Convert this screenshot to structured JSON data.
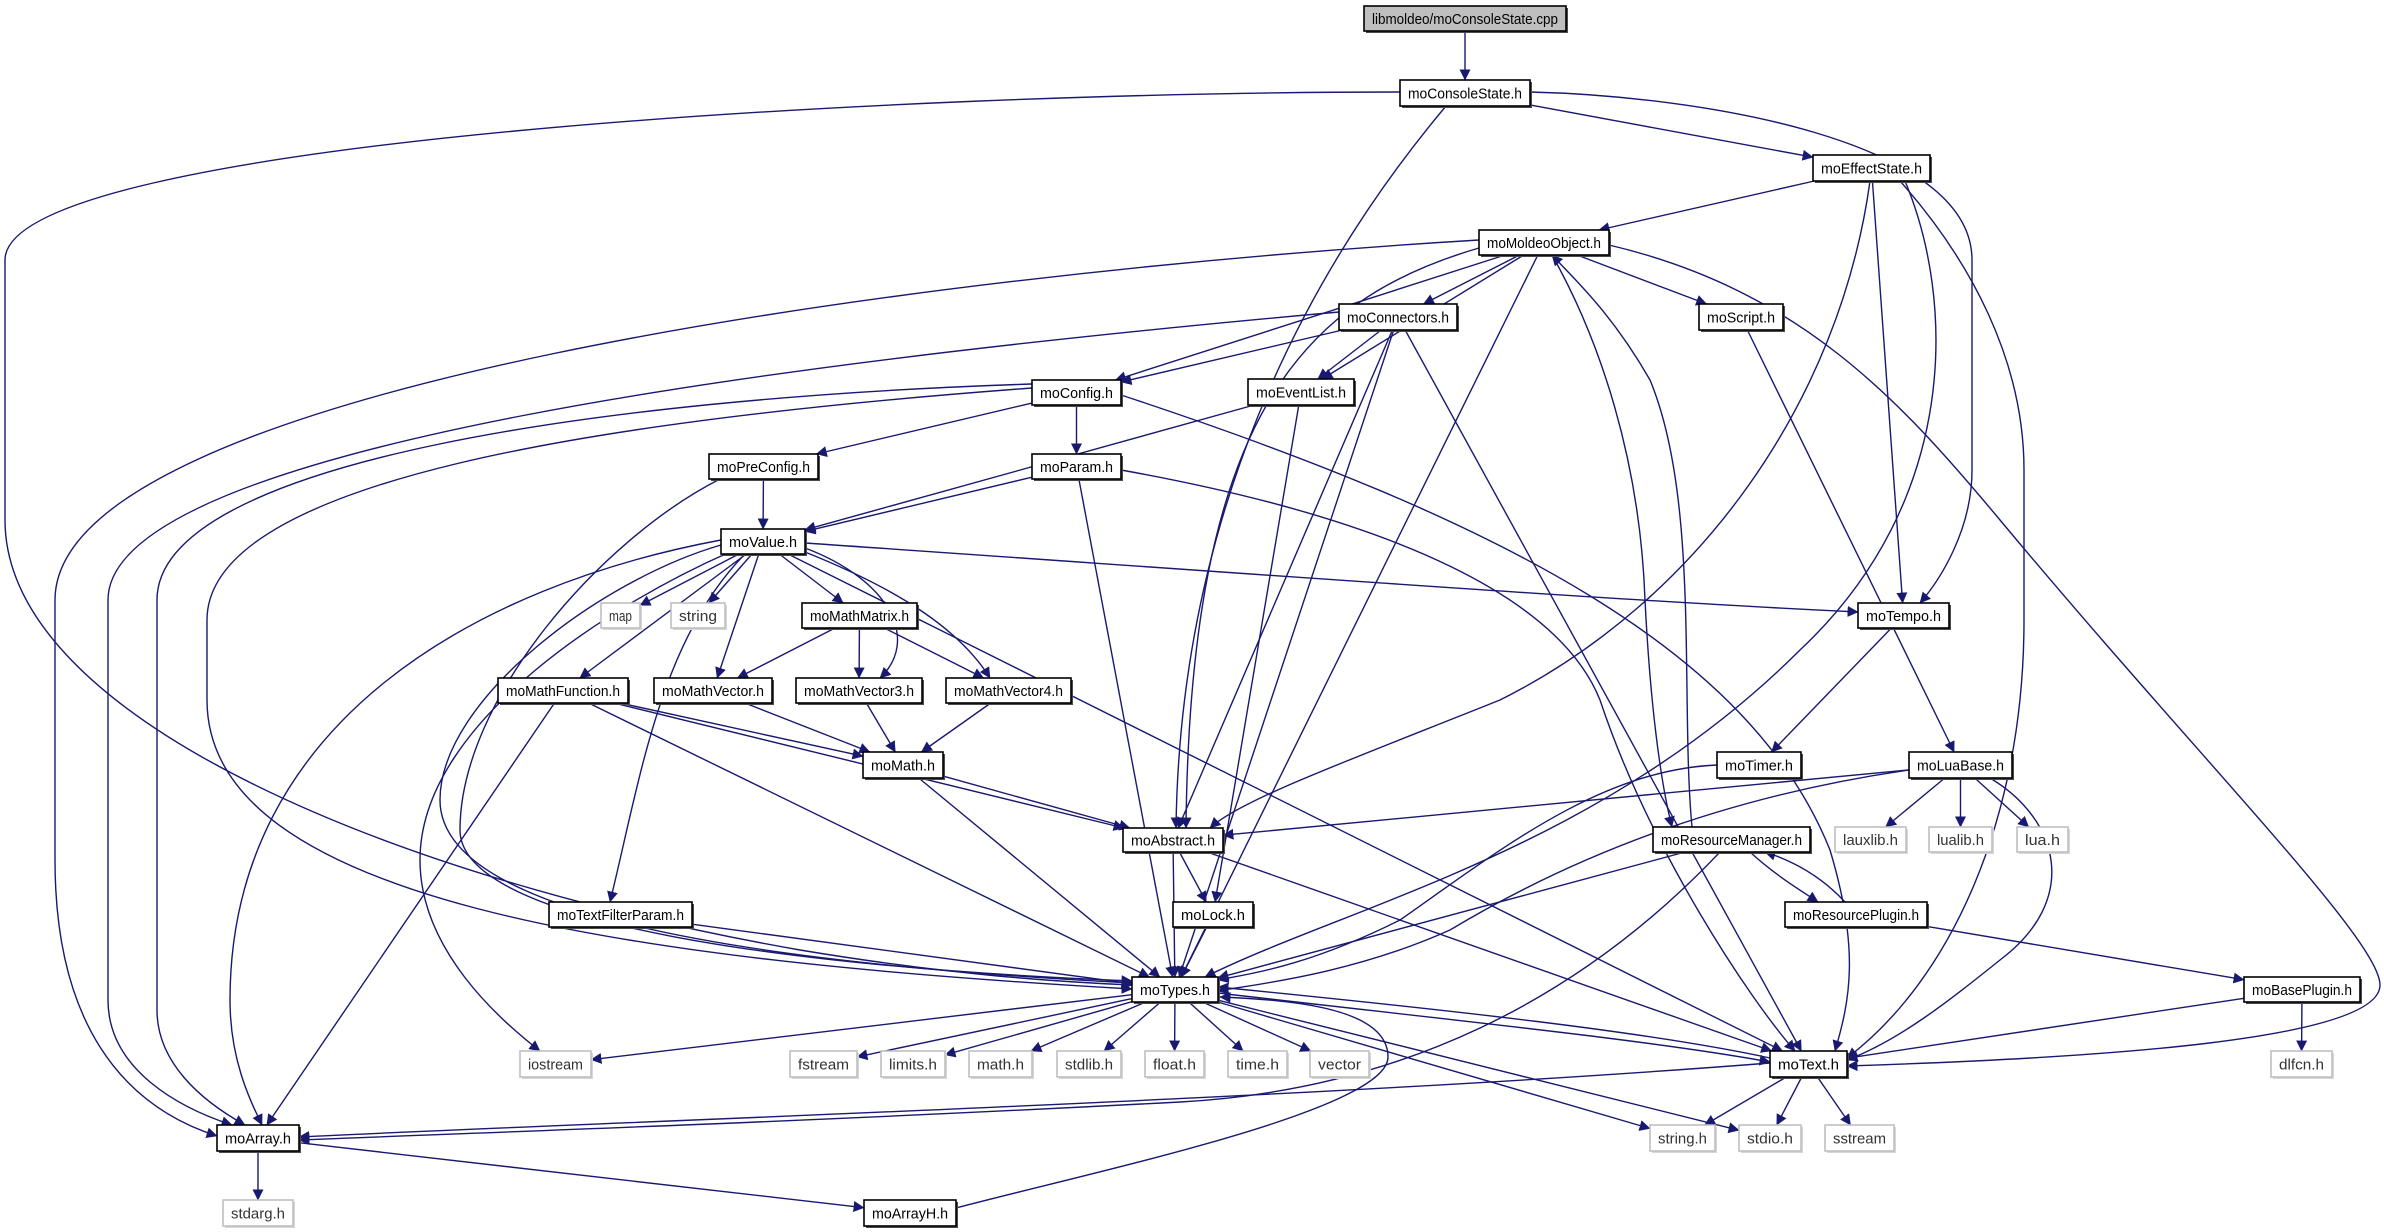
{
  "graph": {
    "colors": {
      "edge": "#191970",
      "external_border": "#bfbfbf",
      "root_fill": "#bfbfbf",
      "node_border": "#000000"
    },
    "nodes": [
      {
        "label": "libmoldeo/moConsoleState.cpp",
        "kind": "root"
      },
      {
        "label": "moConsoleState.h",
        "kind": "documented"
      },
      {
        "label": "moEffectState.h",
        "kind": "documented"
      },
      {
        "label": "moMoldeoObject.h",
        "kind": "documented"
      },
      {
        "label": "moConnectors.h",
        "kind": "documented"
      },
      {
        "label": "moScript.h",
        "kind": "documented"
      },
      {
        "label": "moConfig.h",
        "kind": "documented"
      },
      {
        "label": "moEventList.h",
        "kind": "documented"
      },
      {
        "label": "moPreConfig.h",
        "kind": "documented"
      },
      {
        "label": "moParam.h",
        "kind": "documented"
      },
      {
        "label": "moValue.h",
        "kind": "documented"
      },
      {
        "label": "map",
        "kind": "external"
      },
      {
        "label": "string",
        "kind": "external"
      },
      {
        "label": "moMathMatrix.h",
        "kind": "documented"
      },
      {
        "label": "moTempo.h",
        "kind": "documented"
      },
      {
        "label": "moMathFunction.h",
        "kind": "documented"
      },
      {
        "label": "moMathVector.h",
        "kind": "documented"
      },
      {
        "label": "moMathVector3.h",
        "kind": "documented"
      },
      {
        "label": "moMathVector4.h",
        "kind": "documented"
      },
      {
        "label": "moMath.h",
        "kind": "documented"
      },
      {
        "label": "moTimer.h",
        "kind": "documented"
      },
      {
        "label": "moLuaBase.h",
        "kind": "documented"
      },
      {
        "label": "moAbstract.h",
        "kind": "documented"
      },
      {
        "label": "moResourceManager.h",
        "kind": "documented"
      },
      {
        "label": "lauxlib.h",
        "kind": "external"
      },
      {
        "label": "lualib.h",
        "kind": "external"
      },
      {
        "label": "lua.h",
        "kind": "external"
      },
      {
        "label": "moTextFilterParam.h",
        "kind": "documented"
      },
      {
        "label": "moLock.h",
        "kind": "documented"
      },
      {
        "label": "moResourcePlugin.h",
        "kind": "documented"
      },
      {
        "label": "moTypes.h",
        "kind": "documented"
      },
      {
        "label": "moBasePlugin.h",
        "kind": "documented"
      },
      {
        "label": "iostream",
        "kind": "external"
      },
      {
        "label": "fstream",
        "kind": "external"
      },
      {
        "label": "limits.h",
        "kind": "external"
      },
      {
        "label": "math.h",
        "kind": "external"
      },
      {
        "label": "stdlib.h",
        "kind": "external"
      },
      {
        "label": "float.h",
        "kind": "external"
      },
      {
        "label": "time.h",
        "kind": "external"
      },
      {
        "label": "vector",
        "kind": "external"
      },
      {
        "label": "moText.h",
        "kind": "documented"
      },
      {
        "label": "dlfcn.h",
        "kind": "external"
      },
      {
        "label": "moArray.h",
        "kind": "documented"
      },
      {
        "label": "string.h",
        "kind": "external"
      },
      {
        "label": "stdio.h",
        "kind": "external"
      },
      {
        "label": "sstream",
        "kind": "external"
      },
      {
        "label": "stdarg.h",
        "kind": "external"
      },
      {
        "label": "moArrayH.h",
        "kind": "documented"
      }
    ],
    "edges": [
      [
        "libmoldeo/moConsoleState.cpp",
        "moConsoleState.h"
      ],
      [
        "moConsoleState.h",
        "moEffectState.h"
      ],
      [
        "moConsoleState.h",
        "moAbstract.h"
      ],
      [
        "moConsoleState.h",
        "moTempo.h"
      ],
      [
        "moConsoleState.h",
        "moTypes.h"
      ],
      [
        "moEffectState.h",
        "moMoldeoObject.h"
      ],
      [
        "moEffectState.h",
        "moAbstract.h"
      ],
      [
        "moEffectState.h",
        "moTempo.h"
      ],
      [
        "moEffectState.h",
        "moTypes.h"
      ],
      [
        "moEffectState.h",
        "moText.h"
      ],
      [
        "moMoldeoObject.h",
        "moConnectors.h"
      ],
      [
        "moMoldeoObject.h",
        "moScript.h"
      ],
      [
        "moMoldeoObject.h",
        "moConfig.h"
      ],
      [
        "moMoldeoObject.h",
        "moEventList.h"
      ],
      [
        "moMoldeoObject.h",
        "moAbstract.h"
      ],
      [
        "moMoldeoObject.h",
        "moTypes.h"
      ],
      [
        "moMoldeoObject.h",
        "moResourceManager.h"
      ],
      [
        "moMoldeoObject.h",
        "moText.h"
      ],
      [
        "moMoldeoObject.h",
        "moArray.h"
      ],
      [
        "moResourceManager.h",
        "moMoldeoObject.h"
      ],
      [
        "moConnectors.h",
        "moConfig.h"
      ],
      [
        "moConnectors.h",
        "moEventList.h"
      ],
      [
        "moConnectors.h",
        "moAbstract.h"
      ],
      [
        "moConnectors.h",
        "moTypes.h"
      ],
      [
        "moConnectors.h",
        "moText.h"
      ],
      [
        "moConnectors.h",
        "moArray.h"
      ],
      [
        "moScript.h",
        "moLuaBase.h"
      ],
      [
        "moConfig.h",
        "moPreConfig.h"
      ],
      [
        "moConfig.h",
        "moParam.h"
      ],
      [
        "moConfig.h",
        "moArray.h"
      ],
      [
        "moConfig.h",
        "moTypes.h"
      ],
      [
        "moConfig.h",
        "moText.h"
      ],
      [
        "moEventList.h",
        "moValue.h"
      ],
      [
        "moEventList.h",
        "moLock.h"
      ],
      [
        "moPreConfig.h",
        "moValue.h"
      ],
      [
        "moPreConfig.h",
        "moTypes.h"
      ],
      [
        "moParam.h",
        "moValue.h"
      ],
      [
        "moParam.h",
        "moTypes.h"
      ],
      [
        "moParam.h",
        "moText.h"
      ],
      [
        "moValue.h",
        "map"
      ],
      [
        "moValue.h",
        "string"
      ],
      [
        "moValue.h",
        "moMathMatrix.h"
      ],
      [
        "moValue.h",
        "moMathVector.h"
      ],
      [
        "moValue.h",
        "moMathVector3.h"
      ],
      [
        "moValue.h",
        "moMathVector4.h"
      ],
      [
        "moValue.h",
        "moMathFunction.h"
      ],
      [
        "moValue.h",
        "moTextFilterParam.h"
      ],
      [
        "moValue.h",
        "iostream"
      ],
      [
        "moValue.h",
        "moArray.h"
      ],
      [
        "moValue.h",
        "moTypes.h"
      ],
      [
        "moValue.h",
        "moText.h"
      ],
      [
        "moValue.h",
        "moTempo.h"
      ],
      [
        "moMathMatrix.h",
        "moMathVector.h"
      ],
      [
        "moMathMatrix.h",
        "moMathVector3.h"
      ],
      [
        "moMathMatrix.h",
        "moMathVector4.h"
      ],
      [
        "moMathFunction.h",
        "moMath.h"
      ],
      [
        "moMathFunction.h",
        "moAbstract.h"
      ],
      [
        "moMathFunction.h",
        "moTypes.h"
      ],
      [
        "moMathFunction.h",
        "moArray.h"
      ],
      [
        "moMathVector.h",
        "moMath.h"
      ],
      [
        "moMathVector3.h",
        "moMath.h"
      ],
      [
        "moMathVector4.h",
        "moMath.h"
      ],
      [
        "moMath.h",
        "moAbstract.h"
      ],
      [
        "moMath.h",
        "moTypes.h"
      ],
      [
        "moTempo.h",
        "moTimer.h"
      ],
      [
        "moTimer.h",
        "moTypes.h"
      ],
      [
        "moLuaBase.h",
        "moAbstract.h"
      ],
      [
        "moLuaBase.h",
        "moTypes.h"
      ],
      [
        "moLuaBase.h",
        "lauxlib.h"
      ],
      [
        "moLuaBase.h",
        "lualib.h"
      ],
      [
        "moLuaBase.h",
        "lua.h"
      ],
      [
        "moLuaBase.h",
        "moText.h"
      ],
      [
        "moAbstract.h",
        "moLock.h"
      ],
      [
        "moAbstract.h",
        "moTypes.h"
      ],
      [
        "moAbstract.h",
        "moText.h"
      ],
      [
        "moLock.h",
        "moTypes.h"
      ],
      [
        "moResourceManager.h",
        "moTypes.h"
      ],
      [
        "moResourceManager.h",
        "moArray.h"
      ],
      [
        "moResourceManager.h",
        "moResourcePlugin.h"
      ],
      [
        "moResourcePlugin.h",
        "moResourceManager.h"
      ],
      [
        "moResourcePlugin.h",
        "moBasePlugin.h"
      ],
      [
        "moBasePlugin.h",
        "moText.h"
      ],
      [
        "moBasePlugin.h",
        "dlfcn.h"
      ],
      [
        "moTextFilterParam.h",
        "moTypes.h"
      ],
      [
        "moTypes.h",
        "iostream"
      ],
      [
        "moTypes.h",
        "fstream"
      ],
      [
        "moTypes.h",
        "limits.h"
      ],
      [
        "moTypes.h",
        "math.h"
      ],
      [
        "moTypes.h",
        "stdlib.h"
      ],
      [
        "moTypes.h",
        "float.h"
      ],
      [
        "moTypes.h",
        "time.h"
      ],
      [
        "moTypes.h",
        "vector"
      ],
      [
        "moTypes.h",
        "string.h"
      ],
      [
        "moTypes.h",
        "stdio.h"
      ],
      [
        "moTypes.h",
        "moText.h"
      ],
      [
        "moText.h",
        "moTypes.h"
      ],
      [
        "moText.h",
        "string.h"
      ],
      [
        "moText.h",
        "stdio.h"
      ],
      [
        "moText.h",
        "sstream"
      ],
      [
        "moText.h",
        "moArray.h"
      ],
      [
        "moArray.h",
        "stdarg.h"
      ],
      [
        "moArray.h",
        "moArrayH.h"
      ],
      [
        "moArrayH.h",
        "moTypes.h"
      ]
    ]
  }
}
